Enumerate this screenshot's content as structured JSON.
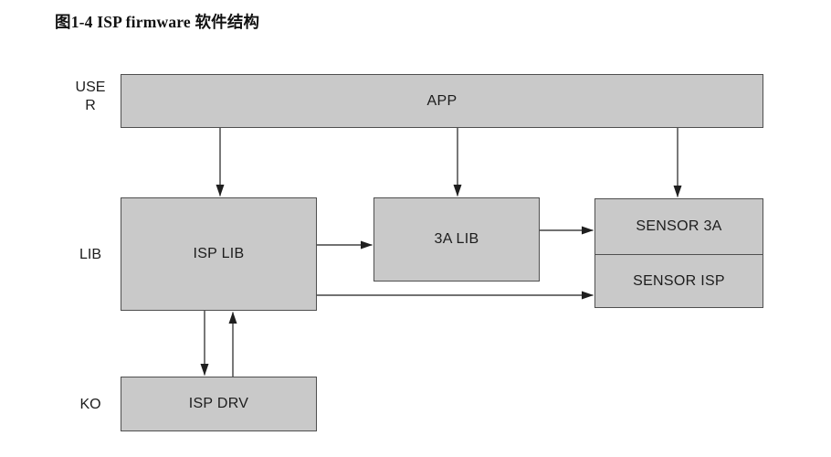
{
  "title": "图1-4  ISP firmware  软件结构",
  "colors": {
    "background": "#ffffff",
    "box_fill": "#c9c9c9",
    "box_border": "#4f4f4f",
    "arrow": "#1f1f1f",
    "text": "#1c1c1c"
  },
  "layer_labels": {
    "user": "USER",
    "lib": "LIB",
    "ko": "KO"
  },
  "nodes": {
    "app": {
      "label": "APP"
    },
    "isp_lib": {
      "label": "ISP LIB"
    },
    "three_a_lib": {
      "label": "3A LIB"
    },
    "sensor_3a": {
      "label": "SENSOR 3A"
    },
    "sensor_isp": {
      "label": "SENSOR ISP"
    },
    "isp_drv": {
      "label": "ISP DRV"
    }
  },
  "connections": [
    {
      "from": "APP",
      "to": "ISP LIB"
    },
    {
      "from": "APP",
      "to": "3A LIB"
    },
    {
      "from": "APP",
      "to": "SENSOR 3A"
    },
    {
      "from": "ISP LIB",
      "to": "3A LIB"
    },
    {
      "from": "3A LIB",
      "to": "SENSOR 3A"
    },
    {
      "from": "ISP LIB",
      "to": "SENSOR ISP"
    },
    {
      "from": "ISP LIB",
      "to": "ISP DRV"
    },
    {
      "from": "ISP DRV",
      "to": "ISP LIB"
    }
  ]
}
